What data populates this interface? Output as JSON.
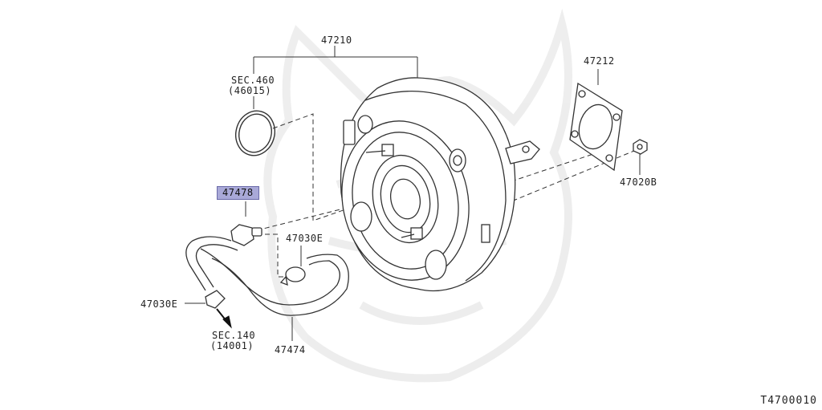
{
  "parts": {
    "booster": "47210",
    "gasket": "47212",
    "nut": "47020B",
    "check_valve": "47478",
    "clamp_upper": "47030E",
    "clamp_lower": "47030E",
    "hose": "47474"
  },
  "references": {
    "o_ring_sec": "SEC.460",
    "o_ring_code": "(46015)",
    "hose_sec": "SEC.140",
    "hose_code": "(14001)"
  },
  "figure_code": "T4700010",
  "colors": {
    "line": "#333333",
    "highlight": "#a9a9d8",
    "watermark": "#ececec"
  }
}
